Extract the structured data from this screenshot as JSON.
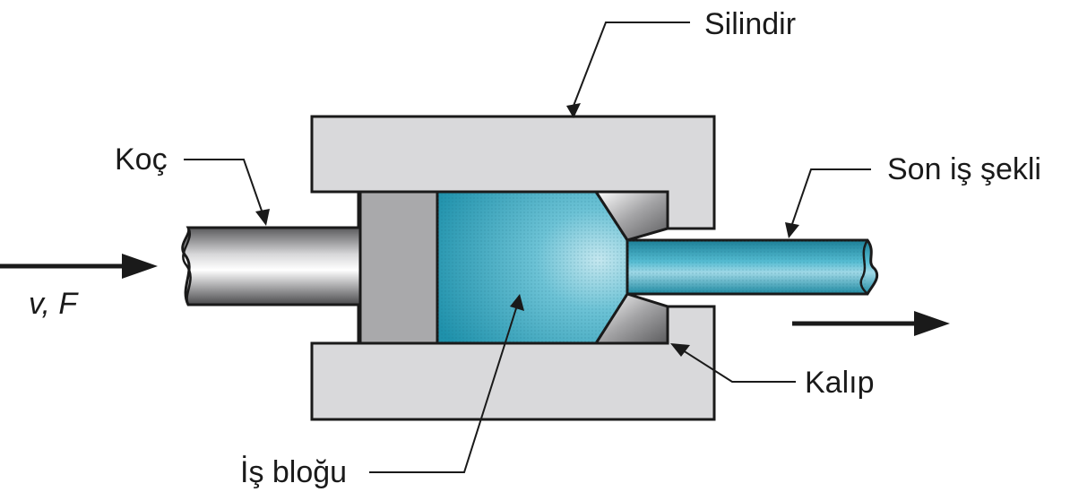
{
  "labels": {
    "cylinder": "Silindir",
    "ram": "Koç",
    "final_shape": "Son iş şekli",
    "die": "Kalıp",
    "workpiece": "İş bloğu",
    "velocity_force": "v, F"
  },
  "colors": {
    "cylinder_fill": "#d9d9db",
    "ram_block_fill": "#a9a9ab",
    "workpiece_fill": "#3aa9c1",
    "workpiece_light": "#bfe3ec",
    "outline": "#1a1a1a"
  }
}
